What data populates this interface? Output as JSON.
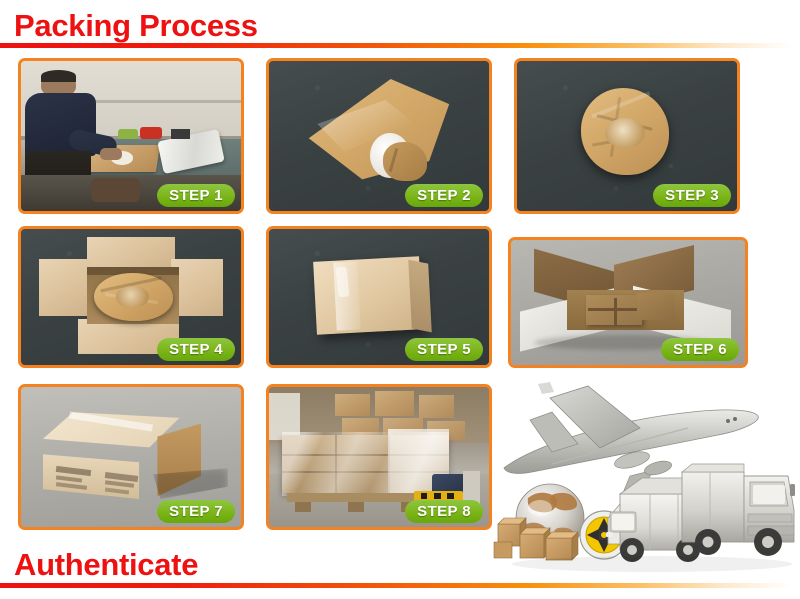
{
  "page": {
    "background_color": "#ffffff",
    "accent_orange": "#f58220",
    "heading_red": "#ee1111",
    "badge_green": "#7cb518"
  },
  "headings": {
    "packing": "Packing Process",
    "authenticate": "Authenticate"
  },
  "rules": {
    "top_gradient": "red-to-orange-to-white",
    "bottom_gradient": "red-to-orange-to-white"
  },
  "steps": [
    {
      "badge": "STEP 1",
      "name": "worker-preparing-kraft-paper",
      "description": "Worker at a workbench laying the product on kraft paper with a roll of stretch film beside him",
      "scene": "workshop"
    },
    {
      "badge": "STEP 2",
      "name": "wrapping-product-in-kraft-paper",
      "description": "Round white product being folded into a sheet of brown kraft paper on a dark mat",
      "scene": "dark-mat"
    },
    {
      "badge": "STEP 3",
      "name": "fully-wrapped-bundle",
      "description": "Product fully wrapped and gathered into a round kraft paper bundle",
      "scene": "dark-mat"
    },
    {
      "badge": "STEP 4",
      "name": "bundle-placed-in-inner-carton",
      "description": "Wrapped bundle placed inside an open inner cardboard box with flaps spread out",
      "scene": "dark-mat"
    },
    {
      "badge": "STEP 5",
      "name": "sealed-inner-carton",
      "description": "Inner carton closed and sealed with clear tape",
      "scene": "dark-mat"
    },
    {
      "badge": "STEP 6",
      "name": "outer-carton-with-dividers",
      "description": "Larger open outer carton containing cardboard dividers, standing on a concrete floor",
      "scene": "concrete"
    },
    {
      "badge": "STEP 7",
      "name": "sealed-shipping-carton",
      "description": "Finished shipping carton taped shut with printed shipping marks on the side",
      "scene": "concrete"
    },
    {
      "badge": "STEP 8",
      "name": "palletized-shrink-wrapped-load",
      "description": "Cartons stacked on a pallet, shrink wrapped and lifted by a pallet jack in a warehouse",
      "scene": "warehouse"
    }
  ],
  "logistics": {
    "name": "shipping-methods-illustration",
    "elements": [
      "airplane",
      "globe",
      "cardboard-boxes",
      "compass-wheel",
      "delivery-van",
      "cargo-truck"
    ]
  }
}
